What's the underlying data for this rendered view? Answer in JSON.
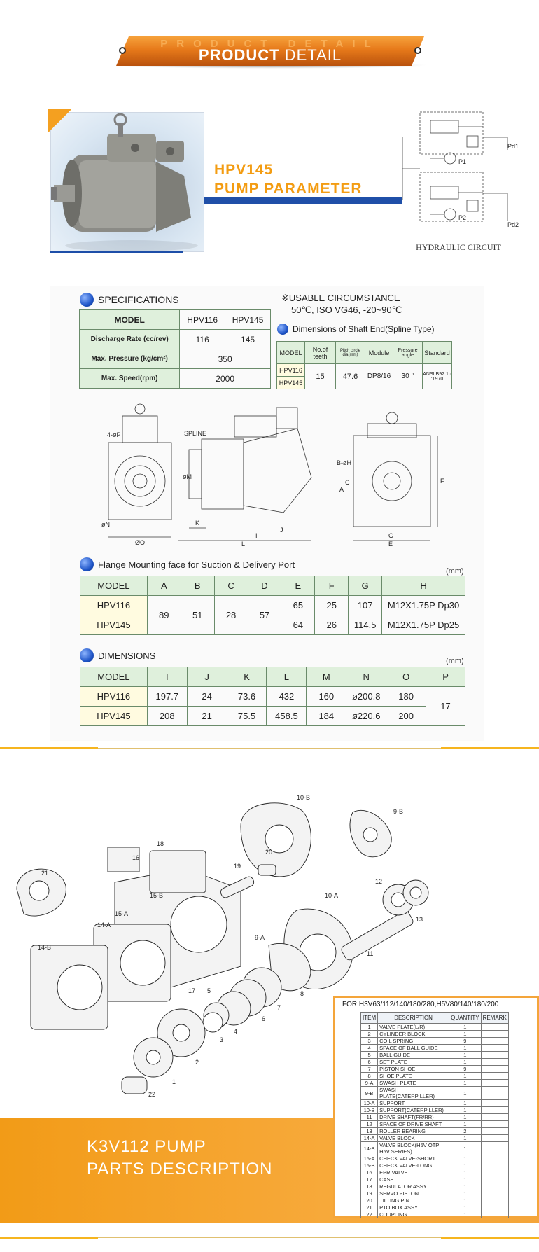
{
  "header": {
    "ghost": "PRODUCT DETAIL",
    "bold": "PRODUCT",
    "light": "DETAIL"
  },
  "hero": {
    "title1": "HPV145",
    "title2": "PUMP PARAMETER",
    "circuit_label": "HYDRAULIC CIRCUIT",
    "circuit_ports": [
      "Pd1",
      "P1",
      "P2",
      "Pd2"
    ]
  },
  "specs": {
    "heading": "SPECIFICATIONS",
    "columns": [
      "MODEL",
      "HPV116",
      "HPV145"
    ],
    "rows": [
      {
        "label": "Discharge Rate (cc/rev)",
        "v1": "116",
        "v2": "145"
      },
      {
        "label": "Max. Pressure (kg/cm²)",
        "v": "350"
      },
      {
        "label": "Max. Speed(rpm)",
        "v": "2000"
      }
    ]
  },
  "usable": {
    "line1": "※USABLE CIRCUMSTANCE",
    "line2": "50℃, ISO VG46,  -20~90℃"
  },
  "shaft": {
    "heading": "Dimensions of Shaft End(Spline Type)",
    "columns": [
      "MODEL",
      "No.of teeth",
      "Pitch circle dia(mm)",
      "Module",
      "Pressure angle",
      "Standard"
    ],
    "models": [
      "HPV116",
      "HPV145"
    ],
    "values": [
      "15",
      "47.6",
      "DP8/16",
      "30 °",
      "ANSI B92.1b :1970"
    ]
  },
  "drawing_labels": [
    "4-øP",
    "SPLINE",
    "øM",
    "øN",
    "ØO",
    "K",
    "L",
    "B-øH",
    "C",
    "A",
    "G",
    "E",
    "F",
    "J",
    "I"
  ],
  "flange": {
    "heading": "Flange Mounting face for Suction & Delivery Port",
    "unit": "(mm)",
    "columns": [
      "MODEL",
      "A",
      "B",
      "C",
      "D",
      "E",
      "F",
      "G",
      "H"
    ],
    "models": [
      "HPV116",
      "HPV145"
    ],
    "shared": {
      "A": "89",
      "B": "51",
      "C": "28",
      "D": "57"
    },
    "rows": [
      {
        "E": "65",
        "F": "25",
        "G": "107",
        "H": "M12X1.75P Dp30"
      },
      {
        "E": "64",
        "F": "26",
        "G": "114.5",
        "H": "M12X1.75P Dp25"
      }
    ]
  },
  "dimensions": {
    "heading": "DIMENSIONS",
    "unit": "(mm)",
    "columns": [
      "MODEL",
      "I",
      "J",
      "K",
      "L",
      "M",
      "N",
      "O",
      "P"
    ],
    "rows": [
      {
        "model": "HPV116",
        "I": "197.7",
        "J": "24",
        "K": "73.6",
        "L": "432",
        "M": "160",
        "N": "ø200.8",
        "O": "180"
      },
      {
        "model": "HPV145",
        "I": "208",
        "J": "21",
        "K": "75.5",
        "L": "458.5",
        "M": "184",
        "N": "ø220.6",
        "O": "200"
      }
    ],
    "P": "17"
  },
  "exploded_labels": [
    "10-B",
    "9-B",
    "18",
    "16",
    "20",
    "19",
    "21",
    "15-B",
    "15-A",
    "10-A",
    "12",
    "13",
    "14-A",
    "9-A",
    "11",
    "14-B",
    "17",
    "5",
    "8",
    "7",
    "6",
    "4",
    "3",
    "2",
    "1",
    "22"
  ],
  "footer": {
    "line1": "K3V112 PUMP",
    "line2": "PARTS DESCRIPTION"
  },
  "parts": {
    "for_line": "FOR  H3V63/112/140/180/280,H5V80/140/180/200",
    "columns": [
      "ITEM",
      "DESCRIPTION",
      "QUANTITY",
      "REMARK"
    ],
    "rows": [
      [
        "1",
        "VALVE PLATE(L/R)",
        "1"
      ],
      [
        "2",
        "CYLINDER BLOCK",
        "1"
      ],
      [
        "3",
        "COIL SPRING",
        "9"
      ],
      [
        "4",
        "SPACE OF BALL GUIDE",
        "1"
      ],
      [
        "5",
        "BALL GUIDE",
        "1"
      ],
      [
        "6",
        "SET PLATE",
        "1"
      ],
      [
        "7",
        "PISTON SHOE",
        "9"
      ],
      [
        "8",
        "SHOE PLATE",
        "1"
      ],
      [
        "9-A",
        "SWASH PLATE",
        "1"
      ],
      [
        "9-B",
        "SWASH PLATE(CATERPILLER)",
        "1"
      ],
      [
        "10-A",
        "SUPPORT",
        "1"
      ],
      [
        "10-B",
        "SUPPORT(CATERPILLER)",
        "1"
      ],
      [
        "11",
        "DRIVE SHAFT(FR/RR)",
        "1"
      ],
      [
        "12",
        "SPACE OF DRIVE SHAFT",
        "1"
      ],
      [
        "13",
        "ROLLER BEARING",
        "2"
      ],
      [
        "14-A",
        "VALVE BLOCK",
        "1"
      ],
      [
        "14-B",
        "VALVE BLOCK(H5V OTP H5V SERIES)",
        "1"
      ],
      [
        "15-A",
        "CHECK VALVE-SHORT",
        "1"
      ],
      [
        "15-B",
        "CHECK VALVE-LONG",
        "1"
      ],
      [
        "16",
        "EPR VALVE",
        "1"
      ],
      [
        "17",
        "CASE",
        "1"
      ],
      [
        "18",
        "REGULATOR ASSY",
        "1"
      ],
      [
        "19",
        "SERVO PISTON",
        "1"
      ],
      [
        "20",
        "TILTING PIN",
        "1"
      ],
      [
        "21",
        "PTO BOX ASSY",
        "1"
      ],
      [
        "22",
        "COUPLING",
        "1"
      ]
    ]
  },
  "colors": {
    "orange": "#f39c12",
    "blue": "#1f4fa8",
    "table_header_green": "#dff0dc",
    "table_model_yellow": "#fffbe0"
  }
}
